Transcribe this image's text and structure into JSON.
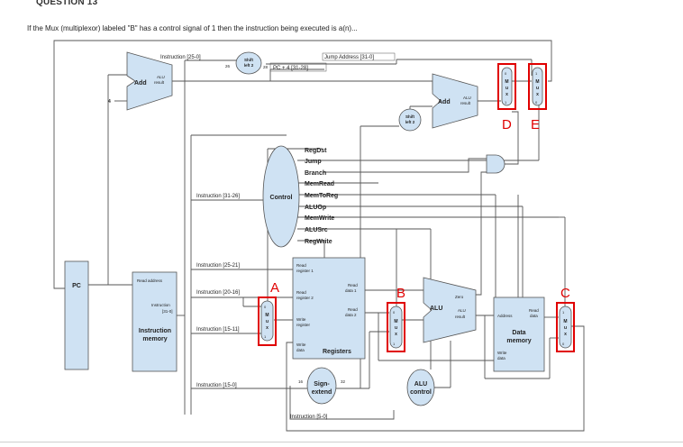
{
  "question": {
    "heading": "QUESTION 13",
    "text": "If the Mux (multiplexor) labeled \"B\" has a control signal of 1 then the instruction being executed is a(n)..."
  },
  "diagram": {
    "pc": "PC",
    "instr_mem": {
      "read_address": "Read address",
      "instruction": "Instruction",
      "instruction_bits": "[31-0]",
      "title1": "Instruction",
      "title2": "memory"
    },
    "adder1": {
      "label": "Add",
      "result1": "ALU",
      "result2": "result",
      "const": "4"
    },
    "adder2": {
      "label": "Add",
      "result1": "ALU",
      "result2": "result"
    },
    "shift1": {
      "l1": "Shift",
      "l2": "left 2",
      "in_w": "26",
      "out_w": "28"
    },
    "shift2": {
      "l1": "Shift",
      "l2": "left 2"
    },
    "wires": {
      "instr_25_0": "Instruction [25-0]",
      "jump_addr": "Jump Address [31-0]",
      "pc4": "PC + 4 [31-28]",
      "instr_31_26": "Instruction [31-26]",
      "instr_25_21": "Instruction [25-21]",
      "instr_20_16": "Instruction [20-16]",
      "instr_15_11": "Instruction [15-11]",
      "instr_15_0": "Instruction [15-0]",
      "instr_5_0": "Instruction [5-0]"
    },
    "control": {
      "label": "Control",
      "signals": [
        "RegDst",
        "Jump",
        "Branch",
        "MemRead",
        "MemToReg",
        "ALUOp",
        "MemWrite",
        "ALUSrc",
        "RegWrite"
      ]
    },
    "registers": {
      "rr1a": "Read",
      "rr1b": "register 1",
      "rr2a": "Read",
      "rr2b": "register 2",
      "wra": "Write",
      "wrb": "register",
      "wda": "Write",
      "wdb": "data",
      "rd1a": "Read",
      "rd1b": "data 1",
      "rd2a": "Read",
      "rd2b": "data 2",
      "title": "Registers"
    },
    "alu": {
      "label": "ALU",
      "zero": "Zero",
      "result1": "ALU",
      "result2": "result"
    },
    "data_mem": {
      "address": "Address",
      "rda": "Read",
      "rdb": "data",
      "wda": "Write",
      "wdb": "data",
      "title1": "Data",
      "title2": "memory"
    },
    "sign_extend": {
      "l1": "Sign-",
      "l2": "extend",
      "in_w": "16",
      "out_w": "32"
    },
    "alu_control": {
      "l1": "ALU",
      "l2": "control"
    },
    "mux_letters": {
      "m": "M",
      "u": "u",
      "x": "x",
      "zero": "0",
      "one": "1"
    },
    "labels": {
      "A": "A",
      "B": "B",
      "C": "C",
      "D": "D",
      "E": "E"
    }
  },
  "colors": {
    "box_fill": "#cfe2f3",
    "line": "#555555",
    "highlight": "#e00000"
  }
}
